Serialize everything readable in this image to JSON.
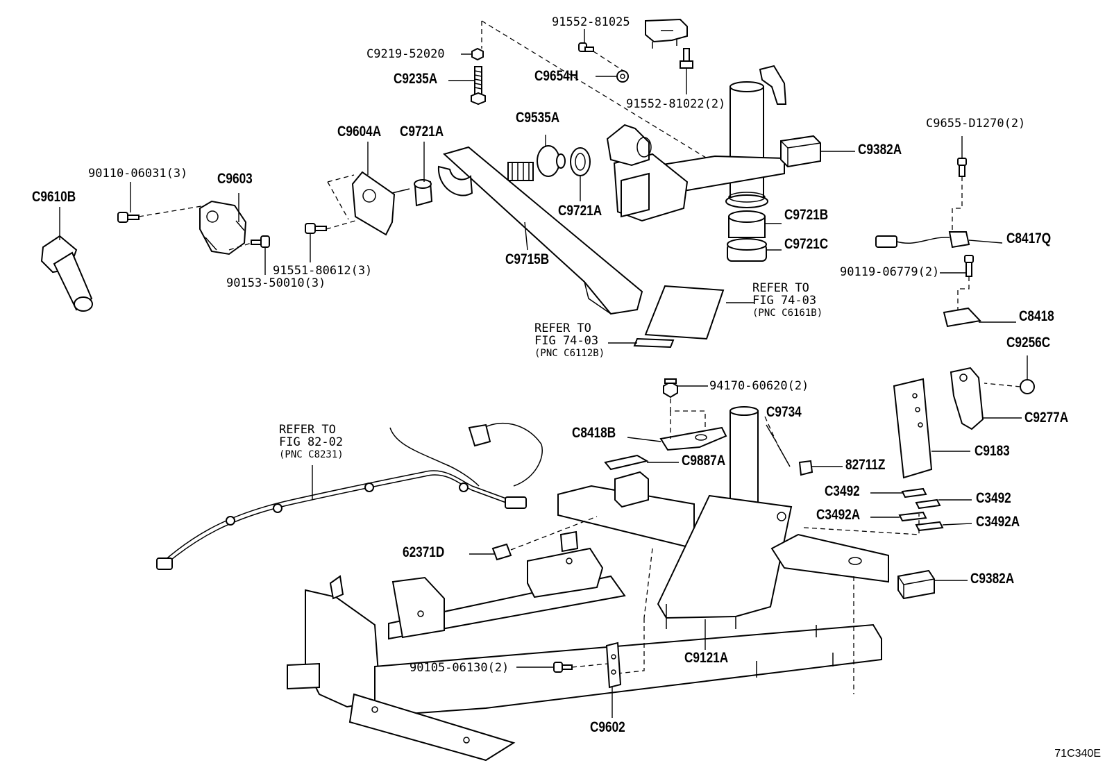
{
  "figure_code": "71C340E",
  "callouts": [
    {
      "id": "p1",
      "text": "91552-81025",
      "style": "num"
    },
    {
      "id": "p2",
      "text": "C9219-52020",
      "style": "num"
    },
    {
      "id": "p3",
      "text": "C9235A",
      "style": "big"
    },
    {
      "id": "p4",
      "text": "C9654H",
      "style": "big"
    },
    {
      "id": "p5",
      "text": "91552-81022(2)",
      "style": "num"
    },
    {
      "id": "p6",
      "text": "C9655-D1270(2)",
      "style": "num"
    },
    {
      "id": "p7",
      "text": "C9604A",
      "style": "big"
    },
    {
      "id": "p8",
      "text": "C9721A",
      "style": "big"
    },
    {
      "id": "p9",
      "text": "C9535A",
      "style": "big"
    },
    {
      "id": "p10",
      "text": "C9382A",
      "style": "big"
    },
    {
      "id": "p11",
      "text": "90110-06031(3)",
      "style": "num"
    },
    {
      "id": "p12",
      "text": "C9603",
      "style": "big"
    },
    {
      "id": "p13",
      "text": "C9610B",
      "style": "big"
    },
    {
      "id": "p14",
      "text": "C9721A",
      "style": "big"
    },
    {
      "id": "p15",
      "text": "C9721B",
      "style": "big"
    },
    {
      "id": "p16",
      "text": "C8417Q",
      "style": "big"
    },
    {
      "id": "p17",
      "text": "C9721C",
      "style": "big"
    },
    {
      "id": "p18",
      "text": "91551-80612(3)",
      "style": "num"
    },
    {
      "id": "p19",
      "text": "C9715B",
      "style": "big"
    },
    {
      "id": "p20",
      "text": "90153-50010(3)",
      "style": "num"
    },
    {
      "id": "p21",
      "text": "90119-06779(2)",
      "style": "num"
    },
    {
      "id": "p22",
      "text": "C8418",
      "style": "big"
    },
    {
      "id": "p23",
      "text": "C9256C",
      "style": "big"
    },
    {
      "id": "p24",
      "text": "94170-60620(2)",
      "style": "num"
    },
    {
      "id": "p25",
      "text": "C9734",
      "style": "big"
    },
    {
      "id": "p26",
      "text": "C8418B",
      "style": "big"
    },
    {
      "id": "p27",
      "text": "C9277A",
      "style": "big"
    },
    {
      "id": "p28",
      "text": "C9183",
      "style": "big"
    },
    {
      "id": "p29",
      "text": "C9887A",
      "style": "big"
    },
    {
      "id": "p30",
      "text": "82711Z",
      "style": "big"
    },
    {
      "id": "p31",
      "text": "C3492",
      "style": "big"
    },
    {
      "id": "p32",
      "text": "C3492",
      "style": "big"
    },
    {
      "id": "p33",
      "text": "C3492A",
      "style": "big"
    },
    {
      "id": "p34",
      "text": "C3492A",
      "style": "big"
    },
    {
      "id": "p35",
      "text": "62371D",
      "style": "big"
    },
    {
      "id": "p36",
      "text": "C9382A",
      "style": "big"
    },
    {
      "id": "p37",
      "text": "C9121A",
      "style": "big"
    },
    {
      "id": "p38",
      "text": "90105-06130(2)",
      "style": "num"
    },
    {
      "id": "p39",
      "text": "C9602",
      "style": "big"
    }
  ],
  "references": [
    {
      "id": "r1",
      "line1": "REFER TO",
      "line2": "FIG 74-03",
      "line3": "(PNC C6161B)"
    },
    {
      "id": "r2",
      "line1": "REFER TO",
      "line2": "FIG 74-03",
      "line3": "(PNC C6112B)"
    },
    {
      "id": "r3",
      "line1": "REFER TO",
      "line2": "FIG 82-02",
      "line3": "(PNC C8231)"
    }
  ]
}
